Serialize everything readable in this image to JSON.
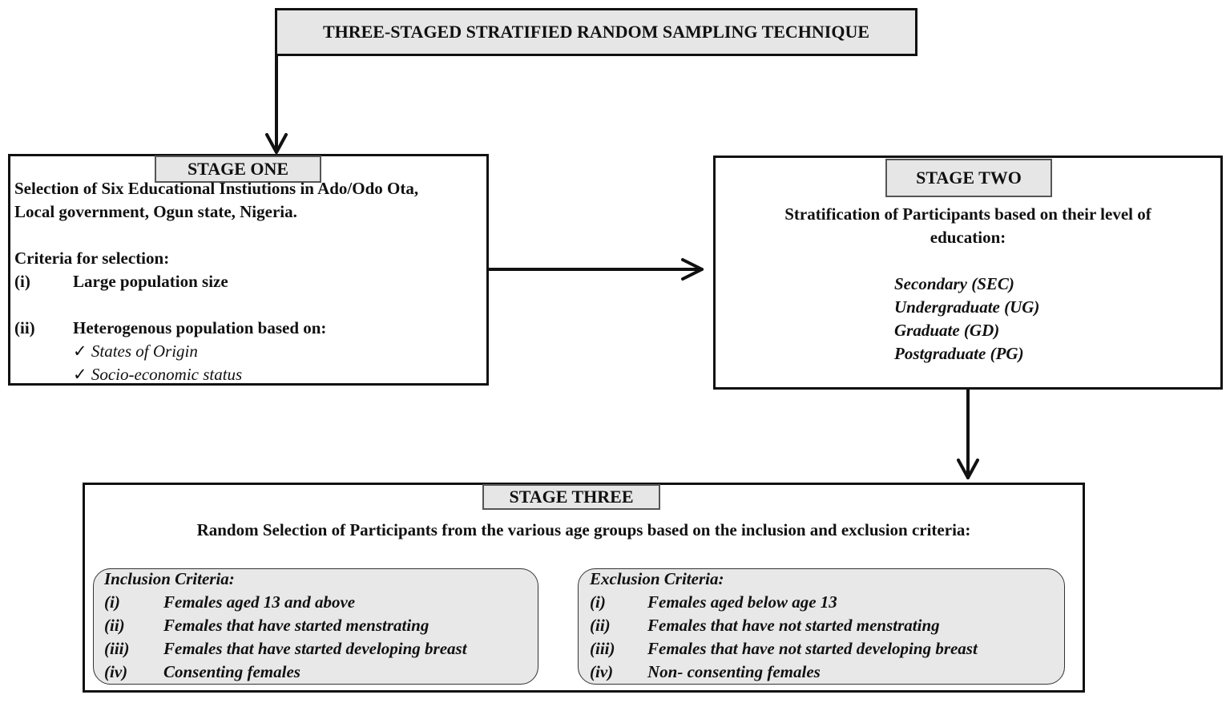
{
  "title": "THREE-STAGED STRATIFIED RANDOM SAMPLING TECHNIQUE",
  "stage_one": {
    "label": "STAGE ONE",
    "desc_line1": "Selection of Six Educational Instiutions in Ado/Odo Ota,",
    "desc_line2": "Local government, Ogun state, Nigeria.",
    "criteria_heading": "Criteria for selection:",
    "items": [
      {
        "num": "(i)",
        "text": "Large population size"
      },
      {
        "num": "(ii)",
        "text": "Heterogenous population based on:"
      }
    ],
    "checks": [
      {
        "mark": "✓",
        "text": "States of Origin"
      },
      {
        "mark": "✓",
        "text": "Socio-economic status"
      }
    ]
  },
  "stage_two": {
    "label": "STAGE TWO",
    "desc_line1": "Stratification of Participants based on their level of",
    "desc_line2": "education:",
    "levels": [
      "Secondary (SEC)",
      "Undergraduate (UG)",
      "Graduate (GD)",
      "Postgraduate (PG)"
    ]
  },
  "stage_three": {
    "label": "STAGE THREE",
    "desc": "Random Selection of Participants from the various age groups based on the inclusion and exclusion criteria:",
    "inclusion": {
      "heading": "Inclusion Criteria:",
      "items": [
        {
          "num": "(i)",
          "text": "Females aged 13 and above"
        },
        {
          "num": "(ii)",
          "text": "Females that have started menstrating"
        },
        {
          "num": "(iii)",
          "text": "Females that have started developing breast"
        },
        {
          "num": "(iv)",
          "text": "Consenting females"
        }
      ]
    },
    "exclusion": {
      "heading": "Exclusion Criteria:",
      "items": [
        {
          "num": "(i)",
          "text": "Females aged below age 13"
        },
        {
          "num": "(ii)",
          "text": "Females that have not started menstrating"
        },
        {
          "num": "(iii)",
          "text": "Females that have not started developing breast"
        },
        {
          "num": "(iv)",
          "text": "Non- consenting females"
        }
      ]
    }
  }
}
